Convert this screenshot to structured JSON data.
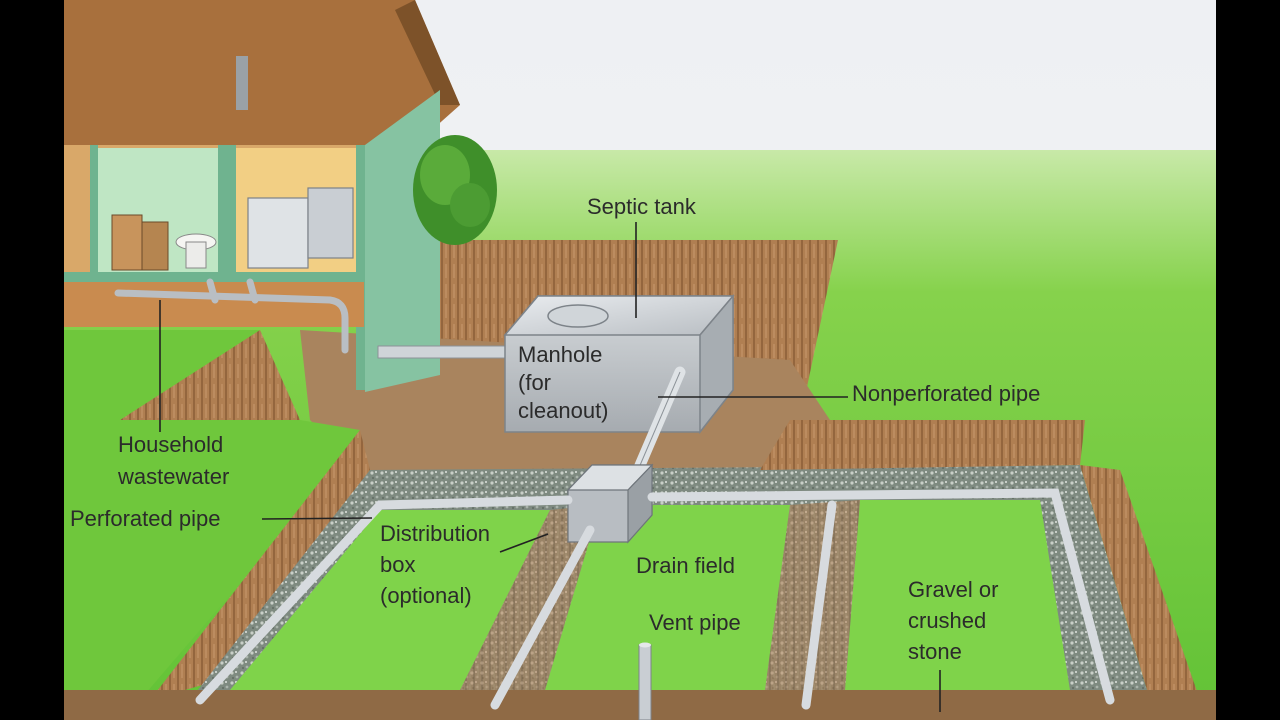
{
  "diagram": {
    "labels": {
      "septic_tank": "Septic tank",
      "manhole_l1": "Manhole",
      "manhole_l2": "(for",
      "manhole_l3": "cleanout)",
      "nonperforated_pipe": "Nonperforated pipe",
      "household_l1": "Household",
      "household_l2": "wastewater",
      "perforated_pipe": "Perforated pipe",
      "distribution_l1": "Distribution",
      "distribution_l2": "box",
      "distribution_l3": "(optional)",
      "drain_field": "Drain field",
      "vent_pipe": "Vent pipe",
      "gravel_l1": "Gravel or",
      "gravel_l2": "crushed",
      "gravel_l3": "stone"
    },
    "colors": {
      "grass": "#7fcf45",
      "soil": "#b98a5e",
      "gravel": "#8a9488",
      "pipe": "#cfd4d8",
      "house_wall": "#8ec9a8",
      "roof": "#a8703d"
    }
  }
}
